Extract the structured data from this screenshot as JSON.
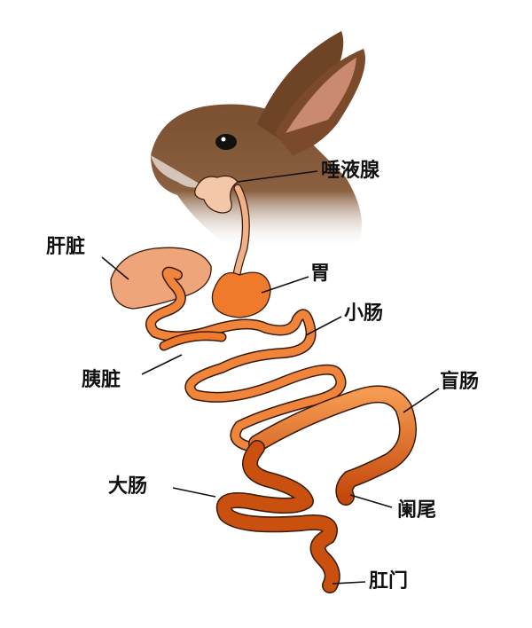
{
  "title": "Rabbit digestive system",
  "labels": {
    "salivary_gland": "唾液腺",
    "liver": "肝脏",
    "stomach": "胃",
    "small_intestine": "小肠",
    "pancreas": "胰脏",
    "cecum": "盲肠",
    "large_intestine": "大肠",
    "appendix": "阑尾",
    "anus": "肛门"
  },
  "colors": {
    "fur": "#6b4428",
    "liver": "#efa57a",
    "small_intestine": "#f07a2c",
    "large_intestine": "#c9500f",
    "outline": "#3a1a08"
  }
}
